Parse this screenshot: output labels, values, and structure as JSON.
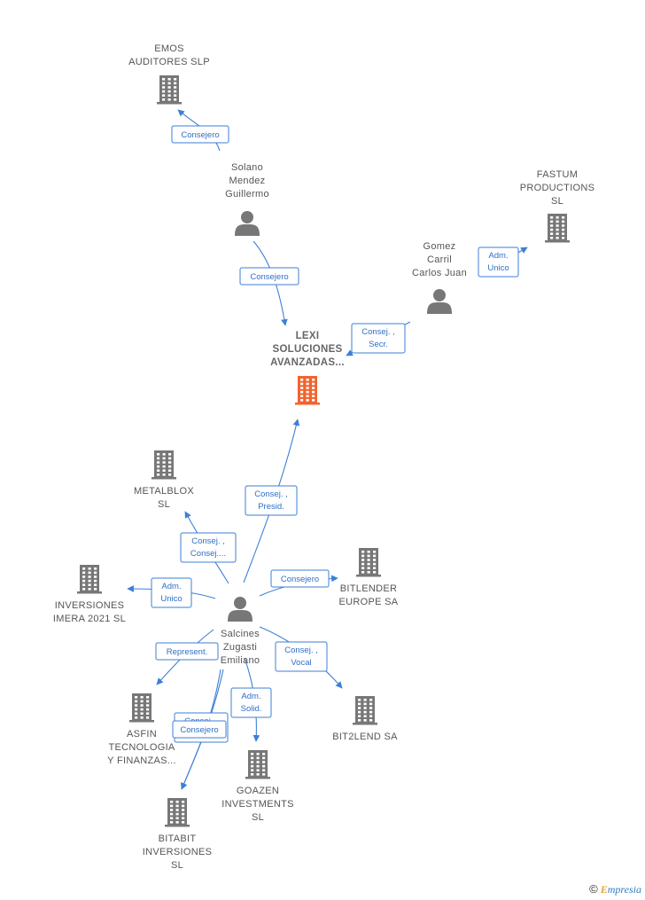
{
  "colors": {
    "edge": "#3d7fd6",
    "node_gray": "#777777",
    "node_main": "#f2632d",
    "label": "#555555"
  },
  "nodes": [
    {
      "id": "lexi",
      "type": "company-main",
      "label": [
        "LEXI",
        "SOLUCIONES",
        "AVANZADAS..."
      ]
    },
    {
      "id": "emos",
      "type": "company",
      "label": [
        "EMOS",
        "AUDITORES SLP"
      ]
    },
    {
      "id": "solano",
      "type": "person",
      "label": [
        "Solano",
        "Mendez",
        "Guillermo"
      ]
    },
    {
      "id": "fastum",
      "type": "company",
      "label": [
        "FASTUM",
        "PRODUCTIONS",
        "SL"
      ]
    },
    {
      "id": "gomez",
      "type": "person",
      "label": [
        "Gomez",
        "Carril",
        "Carlos Juan"
      ]
    },
    {
      "id": "metalblox",
      "type": "company",
      "label": [
        "METALBLOX",
        "SL"
      ]
    },
    {
      "id": "inversiones_imera",
      "type": "company",
      "label": [
        "INVERSIONES",
        "IMERA 2021  SL"
      ]
    },
    {
      "id": "bitlender",
      "type": "company",
      "label": [
        "BITLENDER",
        "EUROPE SA"
      ]
    },
    {
      "id": "salcines",
      "type": "person",
      "label": [
        "Salcines",
        "Zugasti",
        "Emiliano"
      ]
    },
    {
      "id": "asfin",
      "type": "company",
      "label": [
        "ASFIN",
        "TECNOLOGIA",
        "Y FINANZAS..."
      ]
    },
    {
      "id": "bit2lend",
      "type": "company",
      "label": [
        "BIT2LEND SA"
      ]
    },
    {
      "id": "goazen",
      "type": "company",
      "label": [
        "GOAZEN",
        "INVESTMENTS",
        "SL"
      ]
    },
    {
      "id": "bitabit",
      "type": "company",
      "label": [
        "BITABIT",
        "INVERSIONES",
        "SL"
      ]
    }
  ],
  "edges": [
    {
      "from": "solano",
      "to": "emos",
      "label": [
        "Consejero"
      ]
    },
    {
      "from": "solano",
      "to": "lexi",
      "label": [
        "Consejero"
      ]
    },
    {
      "from": "gomez",
      "to": "fastum",
      "label": [
        "Adm.",
        "Unico"
      ]
    },
    {
      "from": "gomez",
      "to": "lexi",
      "label": [
        "Consej. ,",
        "Secr."
      ]
    },
    {
      "from": "salcines",
      "to": "lexi",
      "label": [
        "Consej. ,",
        "Presid."
      ]
    },
    {
      "from": "salcines",
      "to": "metalblox",
      "label": [
        "Consej. ,",
        "Consej...."
      ]
    },
    {
      "from": "salcines",
      "to": "inversiones_imera",
      "label": [
        "Adm.",
        "Unico"
      ]
    },
    {
      "from": "salcines",
      "to": "bitlender",
      "label": [
        "Consejero"
      ]
    },
    {
      "from": "salcines",
      "to": "asfin",
      "label": [
        "Represent."
      ]
    },
    {
      "from": "salcines",
      "to": "bit2lend",
      "label": [
        "Consej. ,",
        "Vocal"
      ]
    },
    {
      "from": "salcines",
      "to": "goazen",
      "label": [
        "Adm.",
        "Solid."
      ]
    },
    {
      "from": "salcines",
      "to": "bitabit",
      "label": [
        "Consej. ,",
        "Presid."
      ]
    },
    {
      "from": "salcines",
      "to": "bitabit",
      "label": [
        "Consejero"
      ]
    }
  ],
  "footer": {
    "copyright": "©",
    "brand_first": "E",
    "brand_rest": "mpresia"
  }
}
